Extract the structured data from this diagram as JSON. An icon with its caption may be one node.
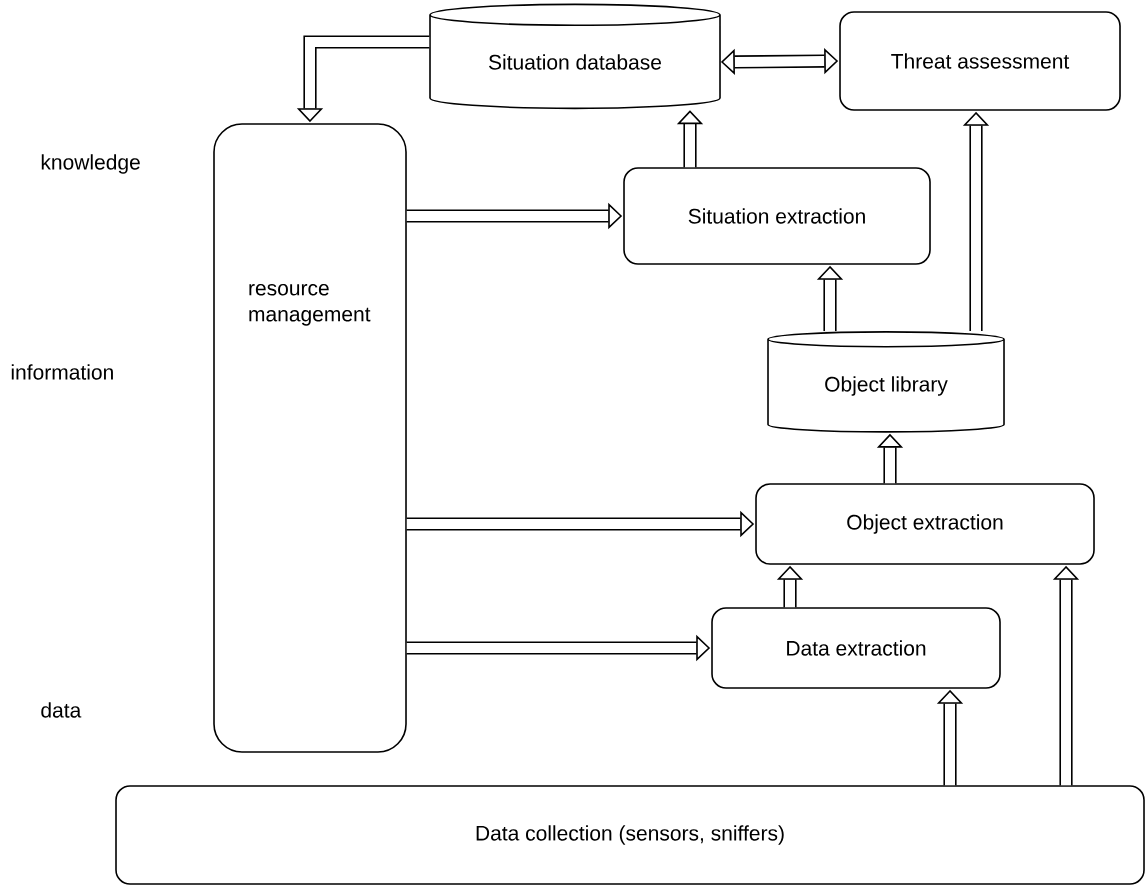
{
  "diagram": {
    "nodes": [
      {
        "text": [
          "Situation database"
        ]
      },
      {
        "text": [
          "Threat assessment"
        ]
      },
      {
        "text": [
          "resource management"
        ]
      },
      {
        "text": [
          "Situation extraction"
        ]
      },
      {
        "text": [
          "Object library"
        ]
      },
      {
        "text": [
          "Object extraction"
        ]
      },
      {
        "text": [
          "Data extraction"
        ]
      },
      {
        "text": [
          "Data collection (sensors, sniffers)"
        ]
      }
    ],
    "edges": [
      {
        "from": 0,
        "to": 2,
        "arrow": "to"
      },
      {
        "from": 0,
        "to": 1,
        "arrow": "both"
      },
      {
        "from": 2,
        "to": 3,
        "arrow": "to"
      },
      {
        "from": 3,
        "to": 0,
        "arrow": "to"
      },
      {
        "from": 4,
        "to": 3,
        "arrow": "to"
      },
      {
        "from": 4,
        "to": 1,
        "arrow": "to"
      },
      {
        "from": 2,
        "to": 5,
        "arrow": "to"
      },
      {
        "from": 5,
        "to": 4,
        "arrow": "to"
      },
      {
        "from": 2,
        "to": 6,
        "arrow": "to"
      },
      {
        "from": 6,
        "to": 5,
        "arrow": "to"
      },
      {
        "from": 7,
        "to": 6,
        "arrow": "to"
      },
      {
        "from": 7,
        "to": 5,
        "arrow": "to"
      }
    ],
    "labels": [
      "knowledge",
      "information",
      "data"
    ]
  }
}
